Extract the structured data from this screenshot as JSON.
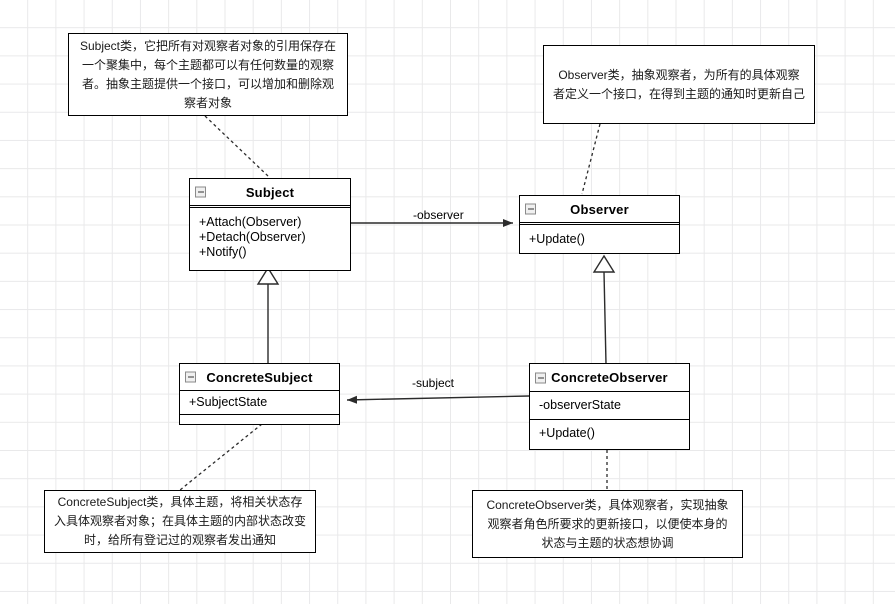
{
  "diagram": {
    "title": "Observer Pattern UML Class Diagram",
    "background": "#ffffff",
    "grid_color": "#e9e9ea",
    "line_color": "#000000"
  },
  "classes": {
    "subject": {
      "name": "Subject",
      "collapse_icon": "collapse-minus-icon",
      "attributes": [],
      "methods": [
        "+Attach(Observer)",
        "+Detach(Observer)",
        "+Notify()"
      ]
    },
    "observer": {
      "name": "Observer",
      "collapse_icon": "collapse-minus-icon",
      "attributes": [],
      "methods": [
        "+Update()"
      ]
    },
    "concrete_subject": {
      "name": "ConcreteSubject",
      "collapse_icon": "collapse-minus-icon",
      "attributes": [
        "+SubjectState"
      ],
      "methods": []
    },
    "concrete_observer": {
      "name": "ConcreteObserver",
      "collapse_icon": "collapse-minus-icon",
      "attributes": [
        "-observerState"
      ],
      "methods": [
        "+Update()"
      ]
    }
  },
  "notes": {
    "subject_note": "Subject类，它把所有对观察者对象的引用保存在一个聚集中，每个主题都可以有任何数量的观察者。抽象主题提供一个接口，可以增加和删除观察者对象",
    "observer_note": "Observer类，抽象观察者，为所有的具体观察者定义一个接口，在得到主题的通知时更新自己",
    "concrete_subject_note": "ConcreteSubject类，具体主题，将相关状态存入具体观察者对象；在具体主题的内部状态改变时，给所有登记过的观察者发出通知",
    "concrete_observer_note": "ConcreteObserver类，具体观察者，实现抽象观察者角色所要求的更新接口，以便使本身的状态与主题的状态想协调"
  },
  "edges": {
    "observer_assoc_label": "-observer",
    "subject_assoc_label": "-subject",
    "generalizations": [
      {
        "from": "ConcreteSubject",
        "to": "Subject"
      },
      {
        "from": "ConcreteObserver",
        "to": "Observer"
      }
    ]
  }
}
